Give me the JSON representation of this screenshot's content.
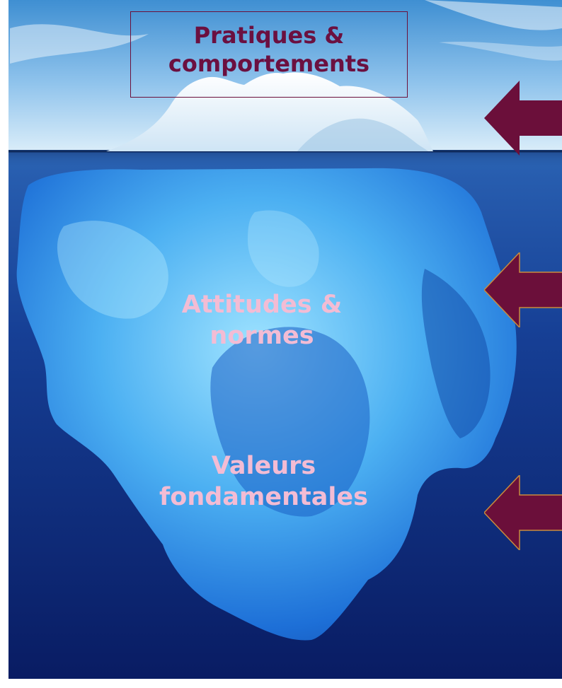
{
  "diagram": {
    "labels": {
      "top": [
        "Pratiques &",
        "comportements"
      ],
      "middle": [
        "Attitudes &",
        "normes"
      ],
      "bottom": [
        "Valeurs",
        "fondamentales"
      ]
    },
    "colors": {
      "label_top_text": "#6b1040",
      "label_pink_text": "#f3bcd4",
      "arrow_fill": "#6b0f3a",
      "sky_light": "#d8ecf9",
      "sky_deep": "#3f8fd2",
      "ocean_surface": "#2a62b3",
      "ocean_deep": "#091c63",
      "ice_light": "#9fe3ff",
      "ice_deep": "#1d6fd7"
    },
    "icons": [
      "left-arrow-icon",
      "left-arrow-icon",
      "left-arrow-icon"
    ]
  }
}
